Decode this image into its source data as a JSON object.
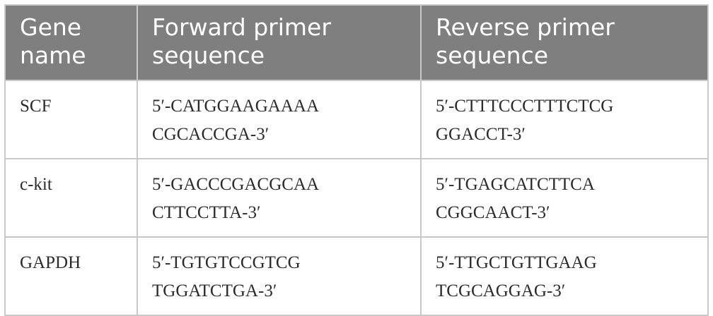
{
  "table": {
    "headers": {
      "gene_line1": "Gene",
      "gene_line2": "name",
      "forward_line1": "Forward primer",
      "forward_line2": "sequence",
      "reverse_line1": "Reverse primer",
      "reverse_line2": "sequence"
    },
    "rows": [
      {
        "gene": "SCF",
        "forward_line1": "5′-CATGGAAGAAAA",
        "forward_line2": "CGCACCGA-3′",
        "reverse_line1": "5′-CTTTCCCTTTCTCG",
        "reverse_line2": "GGACCT-3′"
      },
      {
        "gene": "c-kit",
        "forward_line1": "5′-GACCCGACGCAA",
        "forward_line2": "CTTCCTTA-3′",
        "reverse_line1": "5′-TGAGCATCTTCA",
        "reverse_line2": "CGGCAACT-3′"
      },
      {
        "gene": "GAPDH",
        "forward_line1": "5′-TGTGTCCGTCG",
        "forward_line2": "TGGATCTGA-3′",
        "reverse_line1": "5′-TTGCTGTTGAAG",
        "reverse_line2": "TCGCAGGAG-3′"
      }
    ]
  }
}
